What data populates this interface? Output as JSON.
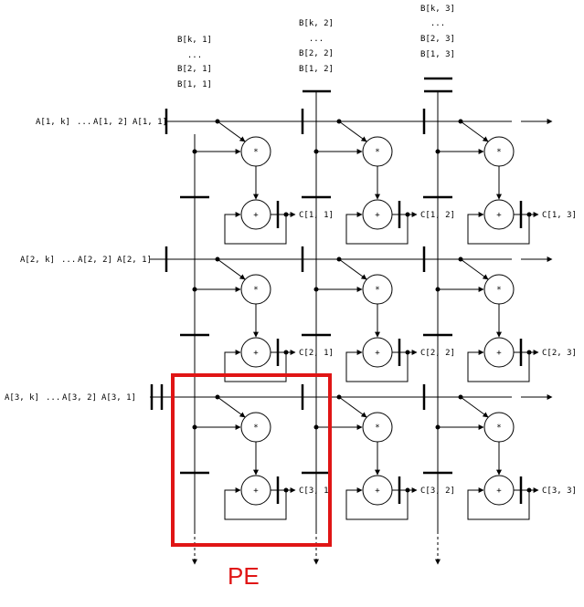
{
  "colors": {
    "line": "#000000",
    "highlight": "#e01515",
    "background": "#ffffff"
  },
  "b_inputs": [
    [
      "B[k, 1]",
      "...",
      "B[2, 1]",
      "B[1, 1]"
    ],
    [
      "B[k, 2]",
      "...",
      "B[2, 2]",
      "B[1, 2]"
    ],
    [
      "B[k, 3]",
      "...",
      "B[2, 3]",
      "B[1, 3]"
    ]
  ],
  "a_inputs": [
    [
      "A[1, k]",
      "...",
      "A[1, 2]",
      "A[1, 1]"
    ],
    [
      "A[2, k]",
      "...",
      "A[2, 2]",
      "A[2, 1]"
    ],
    [
      "A[3, k]",
      "...",
      "A[3, 2]",
      "A[3, 1]"
    ]
  ],
  "c_outputs": [
    [
      "C[1, 1]",
      "C[1, 2]",
      "C[1, 3]"
    ],
    [
      "C[2, 1]",
      "C[2, 2]",
      "C[2, 3]"
    ],
    [
      "C[3, 1]",
      "C[3, 2]",
      "C[3, 3]"
    ]
  ],
  "multiply_symbol": "*",
  "add_symbol": "+",
  "pe_label": "PE"
}
